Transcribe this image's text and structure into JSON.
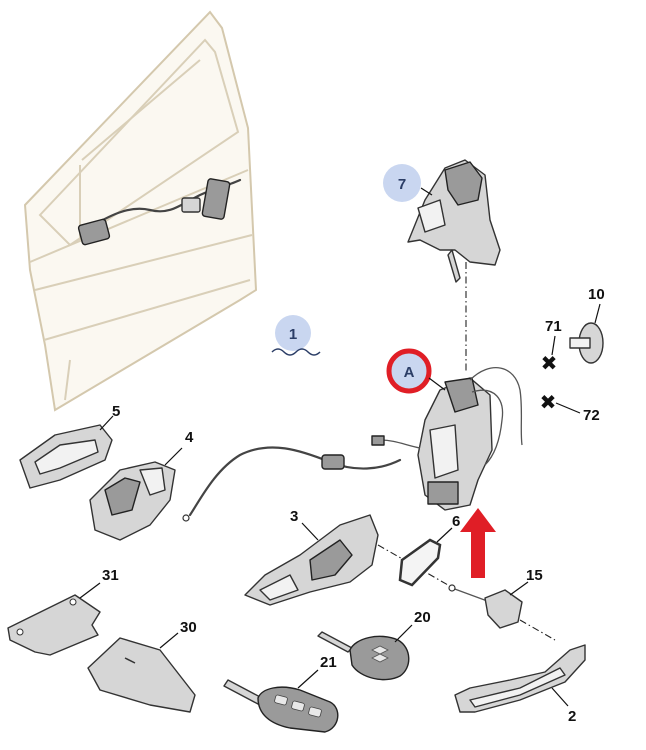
{
  "colors": {
    "callout_bubble": "#c9d6f0",
    "highlight_ring": "#e01e26",
    "arrow": "#e01e26",
    "part_fill": "#d6d6d6",
    "door_outline": "#d4c8ad"
  },
  "bubbles": {
    "b1": "1",
    "b7": "7",
    "bA": "A"
  },
  "labels": {
    "l2": "2",
    "l3": "3",
    "l4": "4",
    "l5": "5",
    "l6": "6",
    "l10": "10",
    "l15": "15",
    "l20": "20",
    "l21": "21",
    "l30": "30",
    "l31": "31",
    "l71": "71",
    "l72": "72"
  },
  "icons": [
    "wave-icon",
    "up-arrow-icon",
    "cross-marker-icon"
  ]
}
